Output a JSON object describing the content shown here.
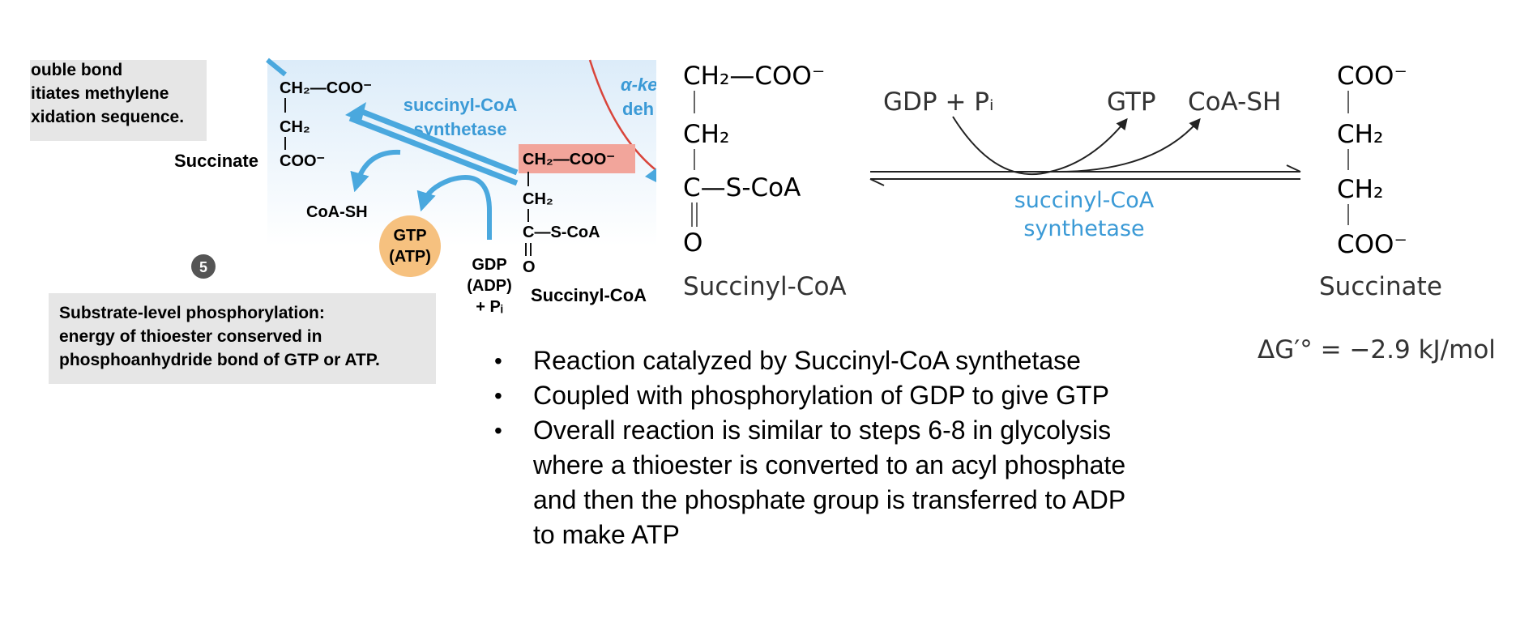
{
  "left_figure": {
    "callout_top": [
      "ouble bond",
      "itiates methylene",
      "xidation sequence."
    ],
    "succinate_top_formula": "CH₂—COO⁻",
    "succinate_mid_formula": "CH₂",
    "succinate_bottom_formula": "COO⁻",
    "succinate_label": "Succinate",
    "enzyme_label_line1": "succinyl-CoA",
    "enzyme_label_line2": "synthetase",
    "next_enzyme_partial_1": "α-ke",
    "next_enzyme_partial_2": "deh",
    "coash_label": "CoA-SH",
    "gtp_label_1": "GTP",
    "gtp_label_2": "(ATP)",
    "gdp_label_1": "GDP",
    "gdp_label_2": "(ADP)",
    "gdp_label_3": "+ Pᵢ",
    "succinylcoa_top_formula": "CH₂—COO⁻",
    "succinylcoa_ch2": "CH₂",
    "succinylcoa_c": "C—S-CoA",
    "succinylcoa_o": "O",
    "succinylcoa_label": "Succinyl-CoA",
    "step_number": "5",
    "callout_bottom": [
      "Substrate-level phosphorylation:",
      "energy of thioester conserved in",
      "phosphoanhydride bond of GTP or ATP."
    ]
  },
  "reaction": {
    "reactant": {
      "line1": "CH₂—COO⁻",
      "line2": "CH₂",
      "line3": "C—S-CoA",
      "line4": "O",
      "name": "Succinyl-CoA"
    },
    "cofactor_in": "GDP + Pᵢ",
    "cofactor_out_1": "GTP",
    "cofactor_out_2": "CoA-SH",
    "enzyme_line1": "succinyl-CoA",
    "enzyme_line2": "synthetase",
    "product": {
      "line1": "COO⁻",
      "line2": "CH₂",
      "line3": "CH₂",
      "line4": "COO⁻",
      "name": "Succinate"
    },
    "delta_g": "ΔG′° = −2.9 kJ/mol"
  },
  "bullets": [
    "Reaction catalyzed by Succinyl-CoA synthetase",
    "Coupled with phosphorylation of GDP to give GTP",
    "Overall reaction is similar to steps 6-8 in glycolysis where a thioester is converted to an acyl phosphate and then the phosphate group is transferred to ADP to make ATP"
  ],
  "colors": {
    "blue": "#4aa8de",
    "enzyme_text": "#3b9ad6",
    "highlight": "#f2a59b",
    "gtp_circle": "#f6c17f",
    "callout_bg": "#e6e6e6",
    "red_arc": "#d9453b",
    "grey_badge": "#555555"
  }
}
